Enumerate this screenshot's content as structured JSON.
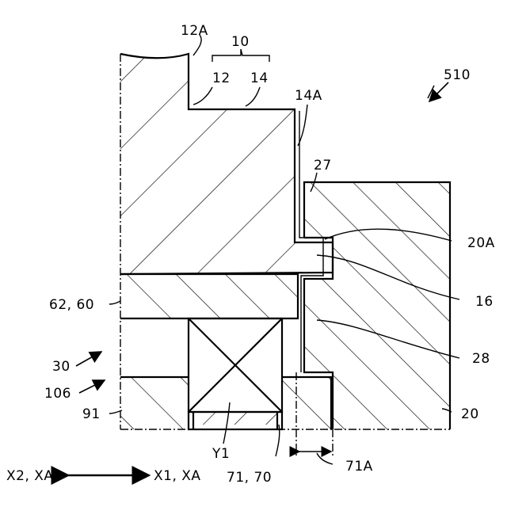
{
  "figure_number": "510",
  "labels": {
    "l12A": "12A",
    "l10": "10",
    "l12": "12",
    "l14": "14",
    "l14A": "14A",
    "l27": "27",
    "l20A": "20A",
    "l16": "16",
    "l28": "28",
    "l20": "20",
    "l62_60": "62, 60",
    "l30": "30",
    "l106": "106",
    "l91": "91",
    "lY1": "Y1",
    "l71_70": "71, 70",
    "l71A": "71A"
  },
  "direction": {
    "left": "X2, XA",
    "right": "X1, XA"
  }
}
